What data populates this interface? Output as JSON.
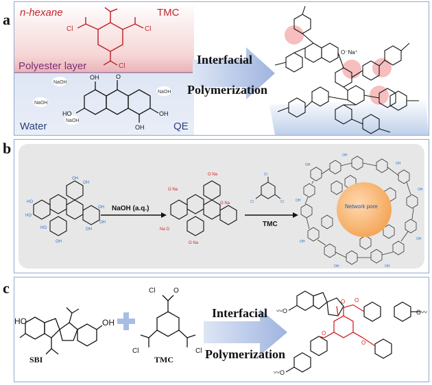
{
  "panels": {
    "a": {
      "letter": "a",
      "solvent_label": "n-hexane",
      "tmc_label": "TMC",
      "layer_label": "Polyester layer",
      "water_label": "Water",
      "qe_label": "QE",
      "naoh_label": "NaOH",
      "arrow_line1": "Interfacial",
      "arrow_line2": "Polymerization",
      "na_label": "O⁻Na⁺"
    },
    "b": {
      "letter": "b",
      "reagent1": "NaOH (a.q.)",
      "reagent2": "TMC",
      "pore_label": "Network pore"
    },
    "c": {
      "letter": "c",
      "sbi_label": "SBI",
      "tmc_label": "TMC",
      "arrow_line1": "Interfacial",
      "arrow_line2": "Polymerization"
    }
  },
  "colors": {
    "panel_border": "#8fa8cf",
    "tmc_red": "#c0262d",
    "oxygen_red": "#d42020",
    "arrow_fill": "#b7c6e6",
    "highlight_circle": "#f08a8a",
    "pore_orange": "#f4a85c",
    "hydroxyl_blue": "#2a6fd0"
  }
}
